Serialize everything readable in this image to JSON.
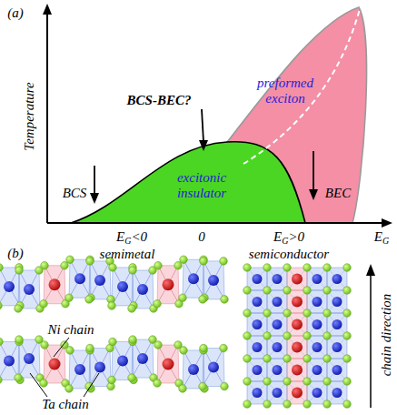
{
  "diagram": {
    "nodes": [
      {
        "text": [
          "preformed exciton"
        ]
      },
      {
        "text": [
          "excitonic insulator"
        ]
      }
    ],
    "labels": [
      "(a)",
      "Temperature",
      "BCS-BEC?",
      "BCS",
      "BEC",
      "EG<0",
      "semimetal",
      "0",
      "EG>0",
      "semiconductor",
      "EG",
      "(b)",
      "Ni chain",
      "Ta chain",
      "chain direction"
    ]
  }
}
